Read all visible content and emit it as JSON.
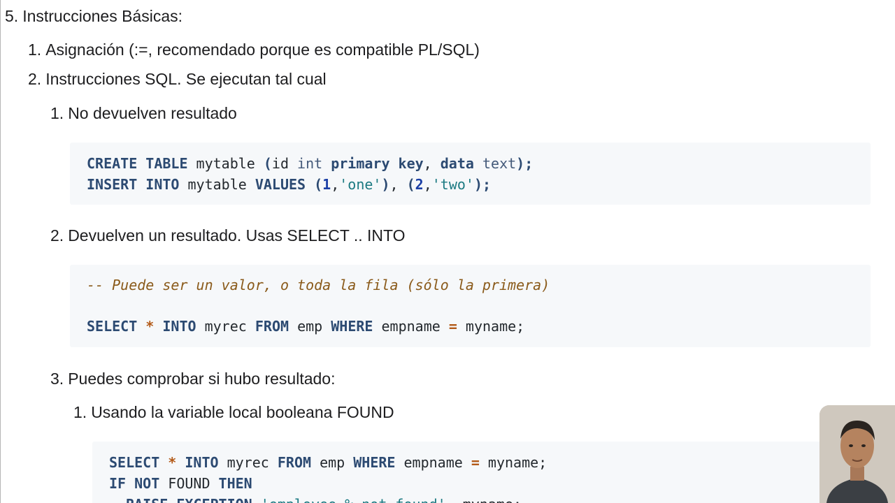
{
  "items": {
    "l0": {
      "num": "5.",
      "text": "Instrucciones Básicas:"
    },
    "l1": {
      "num": "1.",
      "text": "Asignación (:=, recomendado porque es compatible PL/SQL)"
    },
    "l2": {
      "num": "2.",
      "text": "Instrucciones SQL. Se ejecutan tal cual"
    },
    "l3": {
      "num": "1.",
      "text": "No devuelven resultado"
    },
    "l4": {
      "num": "2.",
      "text": "Devuelven un resultado. Usas SELECT .. INTO"
    },
    "l5": {
      "num": "3.",
      "text": "Puedes comprobar si hubo resultado:"
    },
    "l6": {
      "num": "1.",
      "text": "Usando la variable local booleana FOUND"
    }
  },
  "code": {
    "block1": [
      "CREATE TABLE mytable (id int primary key, data text);",
      "INSERT INTO mytable VALUES (1,'one'), (2,'two');"
    ],
    "block2": [
      "-- Puede ser un valor, o toda la fila (sólo la primera)",
      "SELECT * INTO myrec FROM emp WHERE empname = myname;"
    ],
    "block3": [
      "SELECT * INTO myrec FROM emp WHERE empname = myname;",
      "IF NOT FOUND THEN",
      "  RAISE EXCEPTION 'employee % not found', myname;"
    ]
  },
  "colors": {
    "keyword": "#2c4a72",
    "string": "#1c7a82",
    "number": "#1b3fa6",
    "operator": "#b35a18",
    "comment": "#8a5a1a",
    "code_bg": "#f6f8fa"
  },
  "webcam": {
    "icon": "presenter-webcam"
  }
}
